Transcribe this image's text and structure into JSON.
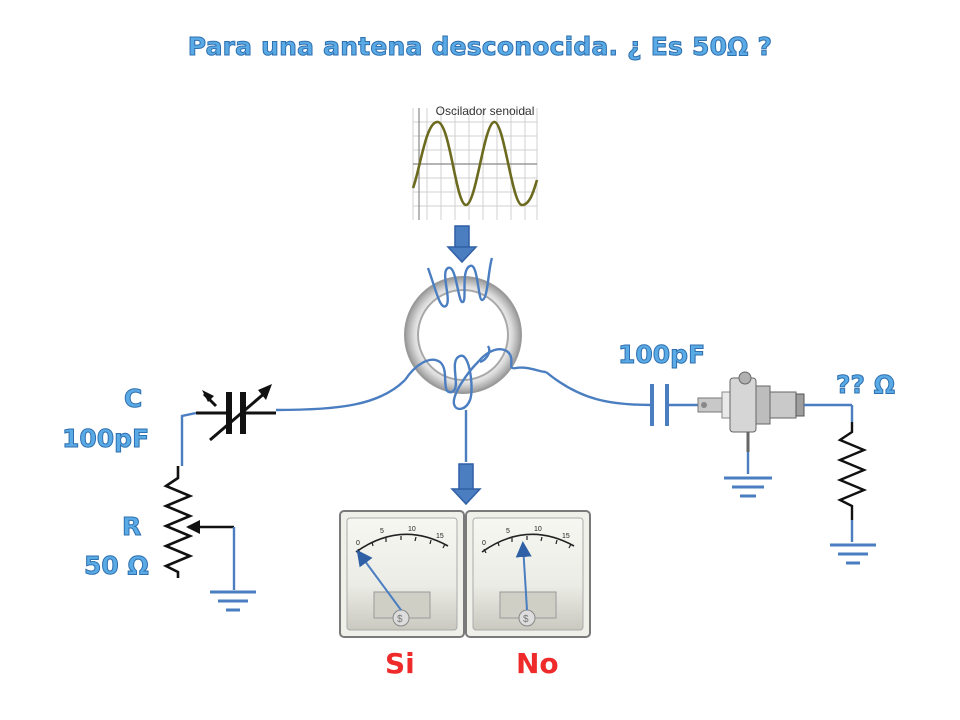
{
  "title": "Para una antena desconocida. ¿ Es 50Ω ?",
  "oscillator": {
    "label": "Oscilador senoidal"
  },
  "left_branch": {
    "c_label": "C",
    "c_value": "100pF",
    "r_label": "R",
    "r_value": "50 Ω"
  },
  "right_branch": {
    "capacitor_value": "100pF",
    "antenna_label": "?? Ω"
  },
  "meters": [
    {
      "verdict": "Si",
      "scale": [
        "0",
        "5",
        "10",
        "15"
      ],
      "unit": "$"
    },
    {
      "verdict": "No",
      "scale": [
        "0",
        "5",
        "10",
        "15"
      ],
      "unit": "$"
    }
  ],
  "colors": {
    "wire": "#4a7ec1",
    "label": "#5aaae6",
    "verdict": "#ee2a2a",
    "sine": "#6b6a1e"
  }
}
